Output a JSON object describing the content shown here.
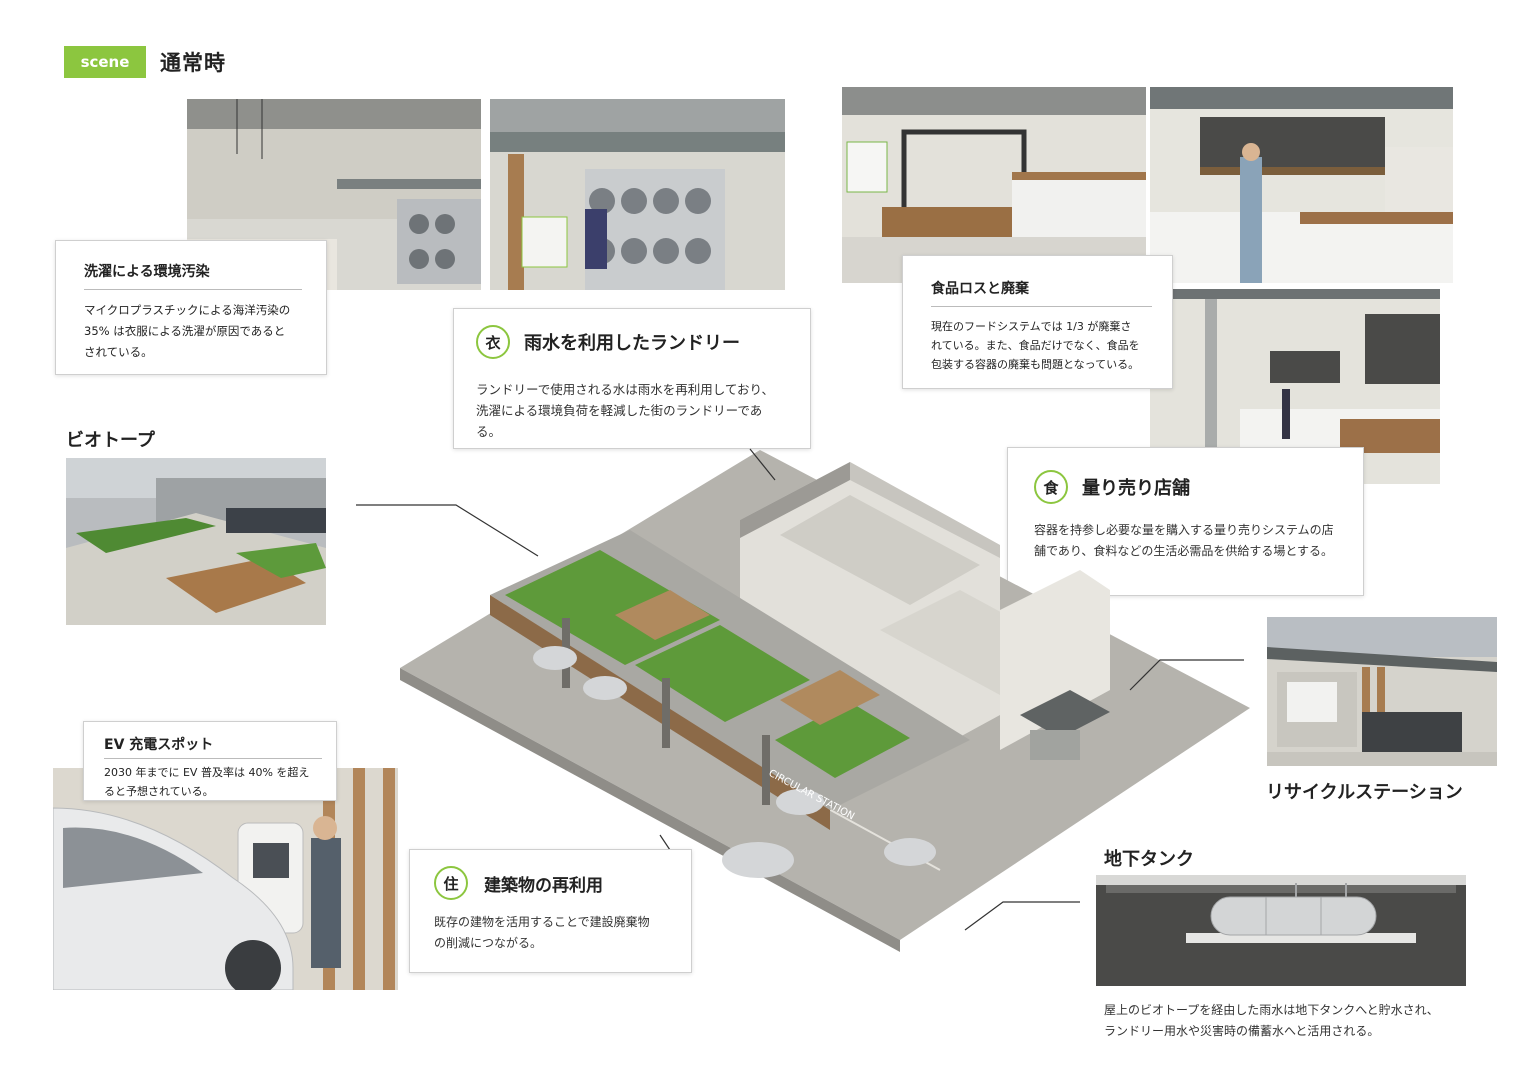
{
  "header": {
    "tag": "scene",
    "title": "通常時"
  },
  "laundry_note": {
    "title": "洗濯による環境汚染",
    "line1": "マイクロプラスチックによる海洋汚染の",
    "line2": "35% は衣服による洗濯が原因であると",
    "line3": "されている。"
  },
  "laundry": {
    "icon": "衣",
    "title": "雨水を利用したランドリー",
    "line1": "ランドリーで使用される水は雨水を再利用しており、",
    "line2": "洗濯による環境負荷を軽減した街のランドリーである。"
  },
  "food_note": {
    "title": "食品ロスと廃棄",
    "line1": "現在のフードシステムでは 1/3 が廃棄さ",
    "line2": "れている。また、食品だけでなく、食品を",
    "line3": "包装する容器の廃棄も問題となっている。"
  },
  "bulk_store": {
    "icon": "食",
    "title": "量り売り店舗",
    "line1": "容器を持参し必要な量を購入する量り売りシステムの店",
    "line2": "舗であり、食料などの生活必需品を供給する場とする。"
  },
  "biotope": {
    "label": "ビオトープ"
  },
  "ev_note": {
    "title": "EV 充電スポット",
    "line1": "2030 年までに EV 普及率は 40% を超え",
    "line2": "ると予想されている。"
  },
  "reuse": {
    "icon": "住",
    "title": "建築物の再利用",
    "line1": "既存の建物を活用することで建設廃棄物",
    "line2": "の削減につながる。"
  },
  "recycle": {
    "label": "リサイクルステーション"
  },
  "tank": {
    "label": "地下タンク",
    "line1": "屋上のビオトープを経由した雨水は地下タンクへと貯水され、",
    "line2": "ランドリー用水や災害時の備蓄水へと活用される。"
  },
  "sign": {
    "text": "CIRCULAR STATION"
  },
  "colors": {
    "accent": "#8cc63f",
    "roof_green": "#5e9a3a",
    "wood": "#b08a5e"
  }
}
